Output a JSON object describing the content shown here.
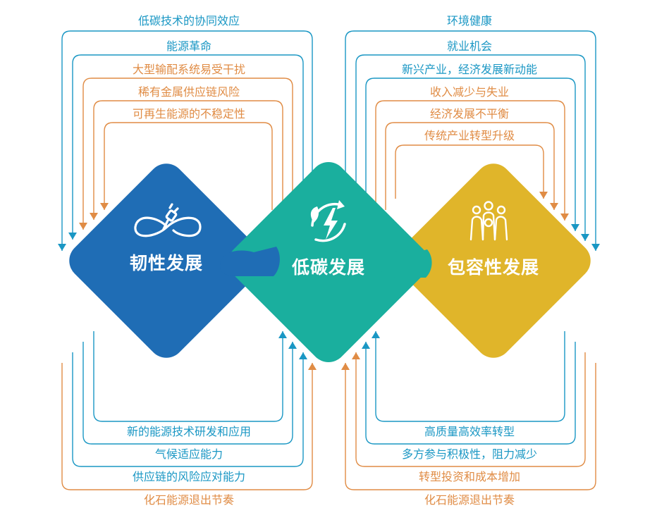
{
  "left_group": {
    "top_labels": [
      "低碳技术的协同效应",
      "能源革命",
      "大型输配系统易受干扰",
      "稀有金属供应链风险",
      "可再生能源的不稳定性"
    ],
    "bottom_labels": [
      "新的能源技术研发和应用",
      "气候适应能力",
      "供应链的风险应对能力",
      "化石能源退出节奏"
    ]
  },
  "right_group": {
    "top_labels": [
      "环境健康",
      "就业机会",
      "新兴产业，经济发展新动能",
      "收入减少与失业",
      "经济发展不平衡",
      "传统产业转型升级"
    ],
    "bottom_labels": [
      "高质量高效率转型",
      "多方参与积极性，阻力减少",
      "转型投资和成本增加",
      "化石能源退出节奏"
    ]
  },
  "centers": {
    "left": {
      "title": "韧性发展",
      "icon": "plug-infinity-icon",
      "color": "#1f6db5"
    },
    "middle": {
      "title": "低碳发展",
      "icon": "lightning-recycle-icon",
      "color": "#1aaf9e"
    },
    "right": {
      "title": "包容性发展",
      "icon": "people-group-icon",
      "color": "#e0b52a"
    }
  },
  "colors": {
    "blue_line": "#1a97c4",
    "orange_line": "#e08c45"
  }
}
